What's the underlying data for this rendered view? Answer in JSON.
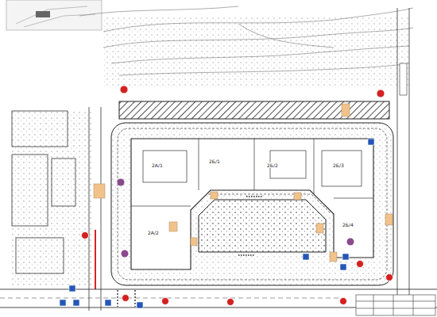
{
  "diagram": {
    "labels": [
      "2А/1",
      "2А/2",
      "2Б/1",
      "2Б/2",
      "2Б/3",
      "2Б/4"
    ]
  }
}
